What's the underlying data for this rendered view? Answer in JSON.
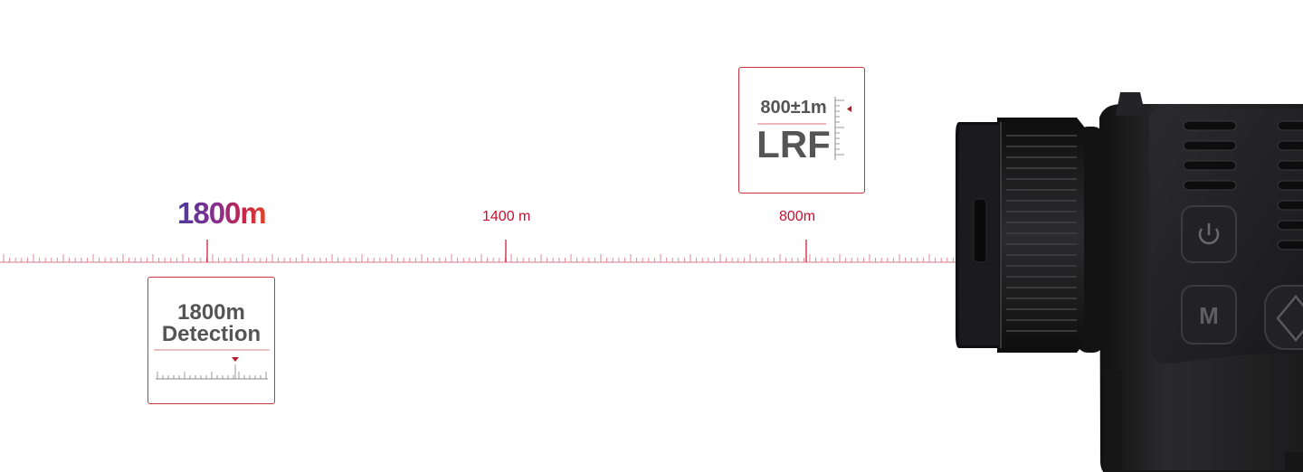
{
  "headline": "1800m",
  "markers": [
    {
      "label": "1400 m"
    },
    {
      "label": "800m"
    }
  ],
  "detection_callout": {
    "line1": "1800m",
    "line2": "Detection"
  },
  "lrf_callout": {
    "line1": "800±1m",
    "line2": "LRF"
  },
  "colors": {
    "accent": "#c6102f",
    "text_gray": "#555555",
    "device_body": "#1c1c1e"
  },
  "device_icons": [
    "power-icon",
    "menu-m-icon",
    "nav-arrow-icon"
  ],
  "device_icon_letters": {
    "menu": "M"
  }
}
